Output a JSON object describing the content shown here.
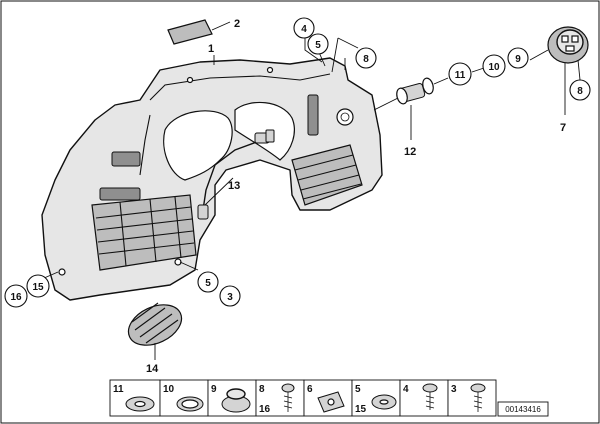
{
  "diagram": {
    "callouts": [
      "2",
      "1",
      "4",
      "5",
      "8",
      "11",
      "10",
      "9",
      "8",
      "7",
      "12",
      "13",
      "5",
      "3",
      "15",
      "16",
      "14"
    ],
    "strip_labels": [
      "11",
      "10",
      "9",
      "8",
      "16",
      "6",
      "5",
      "15",
      "4",
      "3"
    ],
    "doc_id": "00143416"
  }
}
